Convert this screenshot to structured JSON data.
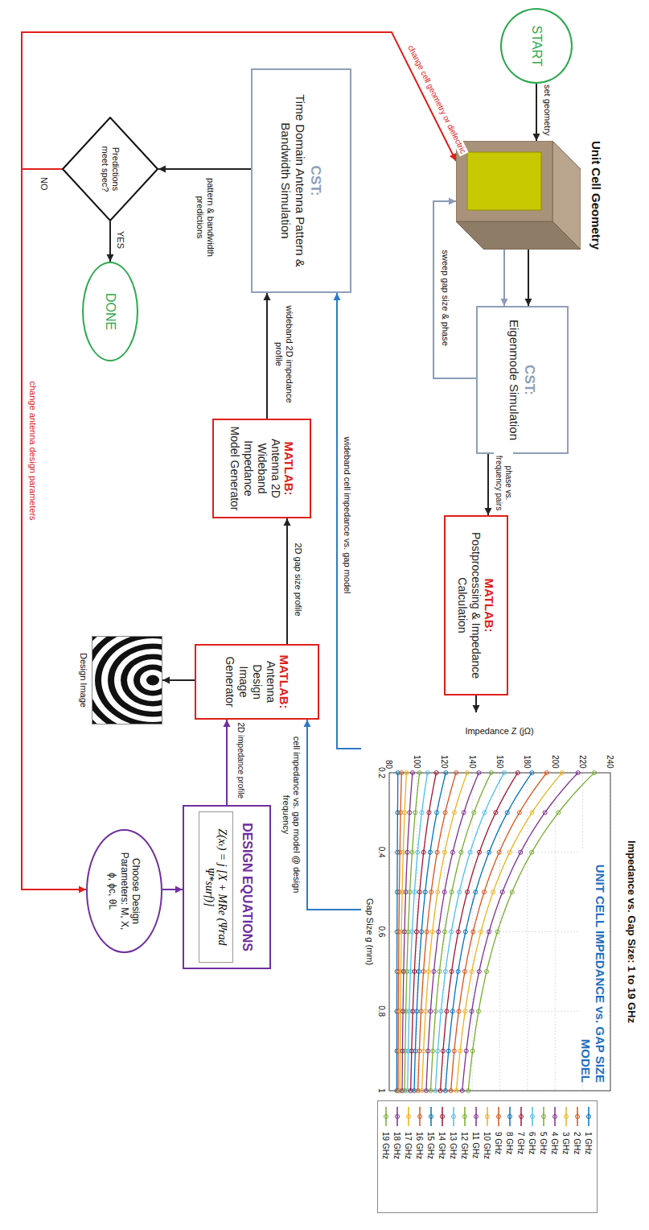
{
  "diagram": {
    "nodes": [
      {
        "text": [
          "START"
        ]
      },
      {
        "text": [
          "Unit Cell Geometry"
        ]
      },
      {
        "text": [
          "CST:",
          "Eigenmode Simulation"
        ]
      },
      {
        "text": [
          "MATLAB:",
          "Postprocessing & Impedance Calculation"
        ]
      },
      {
        "text": [
          "Impedance vs. Gap Size: 1 to 19 GHz",
          "UNIT CELL IMPEDANCE vs. GAP SIZE MODEL"
        ]
      },
      {
        "text": [
          "CST:",
          "Time Domain Antenna Pattern & Bandwidth Simulation"
        ]
      },
      {
        "text": [
          "MATLAB:",
          "Antenna 2D Wideband Impedance Model Generator"
        ]
      },
      {
        "text": [
          "MATLAB:",
          "Antenna Design Image Generator"
        ]
      },
      {
        "text": [
          "Design Image"
        ]
      },
      {
        "text": [
          "DESIGN EQUATIONS",
          "Z(xₜ) = j [X + MRe (Ψrad Ψ*surf)]"
        ]
      },
      {
        "text": [
          "Predictions meet spec?"
        ]
      },
      {
        "text": [
          "DONE"
        ]
      },
      {
        "text": [
          "Choose Design Parameters: M, X, ϕ, ϕc, θL"
        ]
      }
    ],
    "edges": [
      {
        "from": 0,
        "to": 1,
        "arrow": "to",
        "label": "set geometry"
      },
      {
        "from": 1,
        "to": 2,
        "arrow": "to"
      },
      {
        "from": 1,
        "to": 2,
        "arrow": "to"
      },
      {
        "from": 2,
        "to": 1,
        "arrow": "to",
        "label": "sweep gap size & phase"
      },
      {
        "from": 2,
        "to": 3,
        "arrow": "to",
        "label": "phase vs. frequency pairs"
      },
      {
        "from": 3,
        "to": 4,
        "arrow": "to"
      },
      {
        "from": 4,
        "to": 5,
        "arrow": "to",
        "label": "wideband cell impedance vs. gap model"
      },
      {
        "from": 4,
        "to": 7,
        "arrow": "to",
        "label": "cell impedance vs. gap model @ design frequency"
      },
      {
        "from": 9,
        "to": 7,
        "arrow": "to",
        "label": "2D impedance profile"
      },
      {
        "from": 12,
        "to": 9,
        "arrow": "to"
      },
      {
        "from": 7,
        "to": 6,
        "arrow": "to",
        "label": "2D gap size profile"
      },
      {
        "from": 7,
        "to": 8,
        "arrow": "to"
      },
      {
        "from": 6,
        "to": 5,
        "arrow": "to",
        "label": "wideband 2D impedance profile"
      },
      {
        "from": 5,
        "to": 10,
        "arrow": "to",
        "label": "pattern & bandwidth predictions"
      },
      {
        "from": 10,
        "to": 11,
        "arrow": "to",
        "label": "YES"
      },
      {
        "from": 10,
        "to": 1,
        "arrow": "to",
        "label": "change cell geometry or dielectric"
      },
      {
        "from": 10,
        "to": 12,
        "arrow": "to",
        "label": "change antenna design parameters"
      }
    ],
    "labels": [
      "NO",
      "Impedance Z (jΩ)",
      "240",
      "220",
      "200",
      "180",
      "160",
      "140",
      "120",
      "100",
      "80",
      "Gap Size g (mm)",
      "0.2",
      "0.4",
      "0.6",
      "0.8",
      "1"
    ],
    "legend": [
      {
        "text": "1 GHz",
        "color": "#0072bd"
      },
      {
        "text": "2 GHz",
        "color": "#d95319"
      },
      {
        "text": "3 GHz",
        "color": "#edb120"
      },
      {
        "text": "4 GHz",
        "color": "#7e2f8e"
      },
      {
        "text": "5 GHz",
        "color": "#77ac30"
      },
      {
        "text": "6 GHz",
        "color": "#4dbeee"
      },
      {
        "text": "7 GHz",
        "color": "#a2142f"
      },
      {
        "text": "8 GHz",
        "color": "#0072bd"
      },
      {
        "text": "9 GHz",
        "color": "#d95319"
      },
      {
        "text": "10 GHz",
        "color": "#edb120"
      },
      {
        "text": "11 GHz",
        "color": "#7e2f8e"
      },
      {
        "text": "12 GHz",
        "color": "#77ac30"
      },
      {
        "text": "13 GHz",
        "color": "#4dbeee"
      },
      {
        "text": "14 GHz",
        "color": "#a2142f"
      },
      {
        "text": "15 GHz",
        "color": "#0072bd"
      },
      {
        "text": "16 GHz",
        "color": "#d95319"
      },
      {
        "text": "17 GHz",
        "color": "#edb120"
      },
      {
        "text": "18 GHz",
        "color": "#7e2f8e"
      },
      {
        "text": "19 GHz",
        "color": "#77ac30"
      }
    ]
  }
}
